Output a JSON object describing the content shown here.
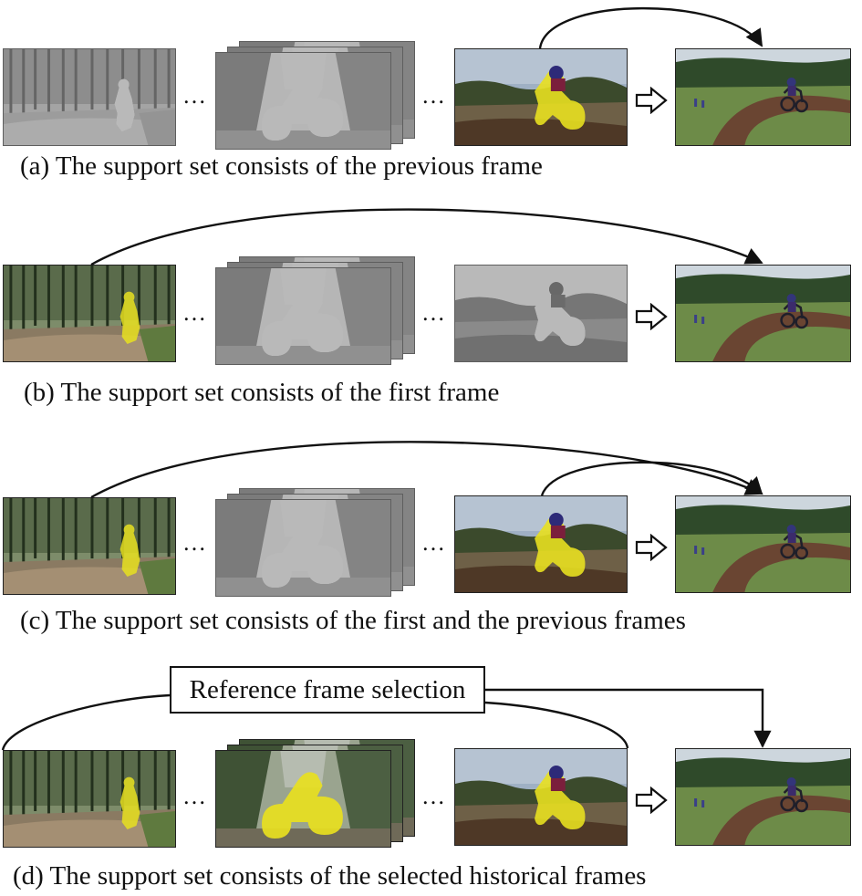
{
  "ellipsis": "…",
  "captions": {
    "a": "(a) The support set consists of the previous frame",
    "b": "(b) The support set consists of the first frame",
    "c": "(c) The support set consists of the first and the previous frames",
    "d": "(d) The support set consists of the selected historical frames"
  },
  "selection_box": "Reference frame selection",
  "colors": {
    "mask": "#e8e020",
    "frame_border": "#222222",
    "arrow": "#111111"
  }
}
